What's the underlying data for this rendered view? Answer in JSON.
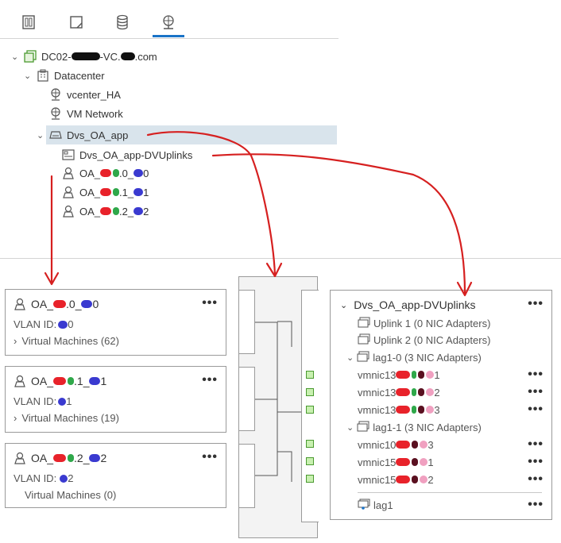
{
  "tabs": [
    {
      "icon": "hosts-clusters-icon"
    },
    {
      "icon": "vms-templates-icon"
    },
    {
      "icon": "storage-icon"
    },
    {
      "icon": "networking-icon"
    }
  ],
  "tree": {
    "vcenter": {
      "label_a": "DC02-",
      "label_b": "-VC.",
      "label_c": ".com"
    },
    "datacenter": {
      "label": "Datacenter"
    },
    "net1": {
      "label": "vcenter_HA"
    },
    "net2": {
      "label": "VM Network"
    },
    "dvs": {
      "label": "Dvs_OA_app"
    },
    "uplinks": {
      "label": "Dvs_OA_app-DVUplinks"
    },
    "pg0": {
      "p1": "OA_",
      "p2": ".0_",
      "p3": "0"
    },
    "pg1": {
      "p1": "OA_",
      "p2": ".1_",
      "p3": "1"
    },
    "pg2": {
      "p1": "OA_",
      "p2": ".2_",
      "p3": "2"
    }
  },
  "cards": [
    {
      "t1": "OA_",
      "t2": ".0_",
      "t3": "0",
      "vlan_label": "VLAN ID:",
      "vlan_val": "0",
      "vms": "Virtual Machines (62)",
      "expand": "›"
    },
    {
      "t1": "OA_",
      "t2": ".1_",
      "t3": "1",
      "vlan_label": "VLAN ID:",
      "vlan_val": "1",
      "vms": "Virtual Machines (19)",
      "expand": "›"
    },
    {
      "t1": "OA_",
      "t2": ".2_",
      "t3": "2",
      "vlan_label": "VLAN ID:",
      "vlan_val": "2",
      "vms": "Virtual Machines (0)",
      "expand": ""
    }
  ],
  "uplink_panel": {
    "title": "Dvs_OA_app-DVUplinks",
    "uplink1": "Uplink 1 (0 NIC Adapters)",
    "uplink2": "Uplink 2 (0 NIC Adapters)",
    "lag0": "lag1-0 (3 NIC Adapters)",
    "lag0_nics": [
      {
        "a": "vmnic13",
        "b": "1"
      },
      {
        "a": "vmnic13",
        "b": "2"
      },
      {
        "a": "vmnic13",
        "b": "3"
      }
    ],
    "lag1": "lag1-1 (3 NIC Adapters)",
    "lag1_nics": [
      {
        "a": "vmnic10",
        "b": "3"
      },
      {
        "a": "vmnic15",
        "b": "1"
      },
      {
        "a": "vmnic15",
        "b": "2"
      }
    ],
    "lag": "lag1"
  },
  "more_label": "•••",
  "colors": {
    "accent": "#1a73c7",
    "redact_red": "#e8222a",
    "redact_green": "#2fa84a",
    "redact_blue": "#3a3ad0",
    "redact_pink": "#f0a0c0",
    "redact_dark": "#5a1020",
    "arrow": "#d62020"
  }
}
